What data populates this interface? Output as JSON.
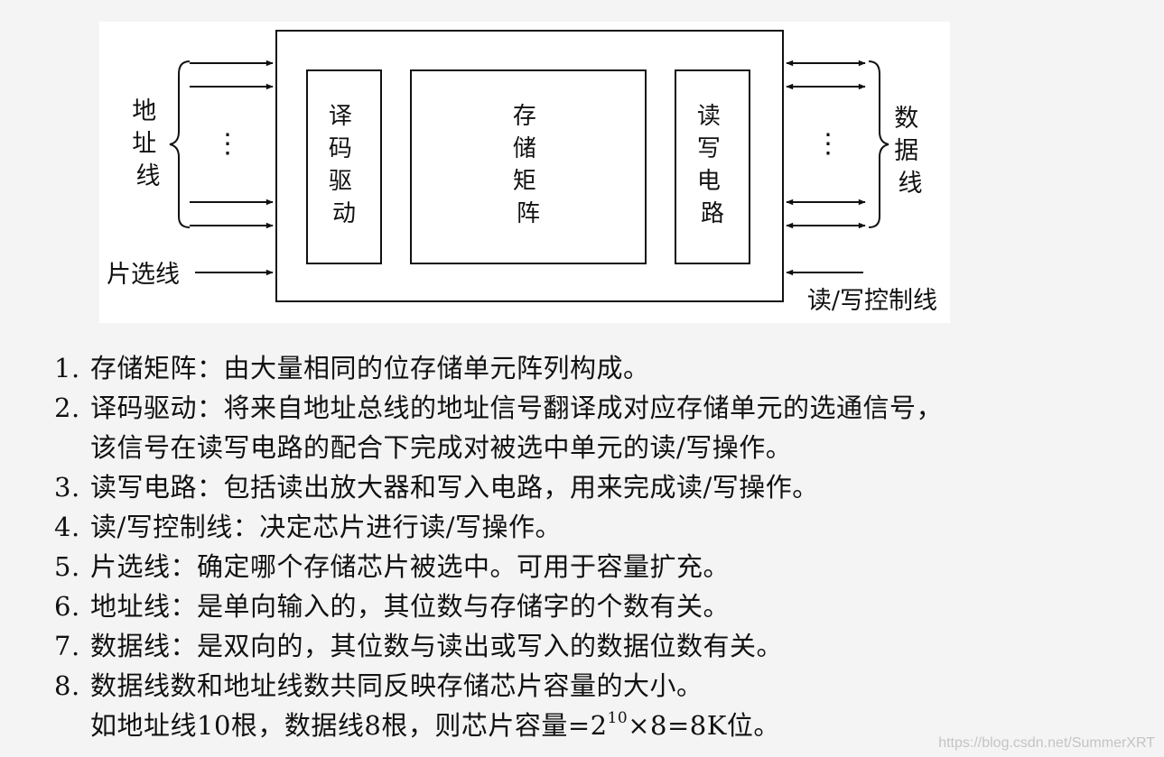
{
  "diagram": {
    "left_labels": {
      "address_lines": "地址线",
      "chip_select": "片选线"
    },
    "right_labels": {
      "data_lines": "数据线",
      "rw_control": "读/写控制线"
    },
    "blocks": {
      "decoder": "译码驱动",
      "matrix": "存储矩阵",
      "rw_circuit": "读写电路"
    },
    "ellipsis": "⋮"
  },
  "notes": [
    {
      "num": "1.",
      "text": "存储矩阵：由大量相同的位存储单元阵列构成。"
    },
    {
      "num": "2.",
      "text": "译码驱动：将来自地址总线的地址信号翻译成对应存储单元的选通信号，",
      "cont": "该信号在读写电路的配合下完成对被选中单元的读/写操作。"
    },
    {
      "num": "3.",
      "text": "读写电路：包括读出放大器和写入电路，用来完成读/写操作。"
    },
    {
      "num": "4.",
      "text": "读/写控制线：决定芯片进行读/写操作。"
    },
    {
      "num": "5.",
      "text": "片选线：确定哪个存储芯片被选中。可用于容量扩充。"
    },
    {
      "num": "6.",
      "text": "地址线：是单向输入的，其位数与存储字的个数有关。"
    },
    {
      "num": "7.",
      "text": "数据线：是双向的，其位数与读出或写入的数据位数有关。"
    },
    {
      "num": "8.",
      "text": "数据线数和地址线数共同反映存储芯片容量的大小。"
    }
  ],
  "formula": {
    "prefix": "如地址线10根，数据线8根，则芯片容量=2",
    "exponent": "10",
    "suffix": "×8=8K位。"
  },
  "watermark": "https://blog.csdn.net/SummerXRT"
}
